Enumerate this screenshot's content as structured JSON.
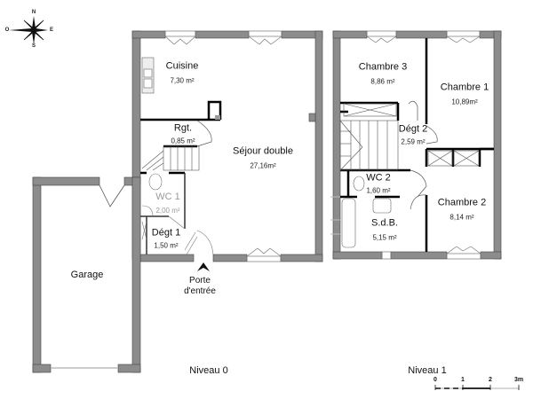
{
  "compass": {
    "north": "N",
    "east": "E",
    "south": "S",
    "west": "O"
  },
  "levels": [
    {
      "label": "Niveau 0",
      "rooms": [
        {
          "name": "Cuisine",
          "area": "7,30 m²"
        },
        {
          "name": "Rgt.",
          "area": "0,85 m²"
        },
        {
          "name": "Séjour double",
          "area": "27,16m²"
        },
        {
          "name": "WC 1",
          "area": "2,00 m²"
        },
        {
          "name": "Dégt 1",
          "area": "1,50 m²"
        },
        {
          "name": "Garage",
          "area": ""
        }
      ],
      "entrance": {
        "line1": "Porte",
        "line2": "d'entrée"
      }
    },
    {
      "label": "Niveau 1",
      "rooms": [
        {
          "name": "Chambre 3",
          "area": "8,86 m²"
        },
        {
          "name": "Chambre 1",
          "area": "10,89m²"
        },
        {
          "name": "Dégt 2",
          "area": "2,59 m²"
        },
        {
          "name": "WC 2",
          "area": "1,60 m²"
        },
        {
          "name": "S.d.B.",
          "area": "5,15 m²"
        },
        {
          "name": "Chambre 2",
          "area": "8,14 m²"
        }
      ]
    }
  ],
  "scale": {
    "ticks": [
      "0",
      "1",
      "2",
      "3m"
    ]
  },
  "colors": {
    "wall": "#8c8c8c",
    "wall_outline": "#4a4a4a",
    "partition": "#000000"
  }
}
